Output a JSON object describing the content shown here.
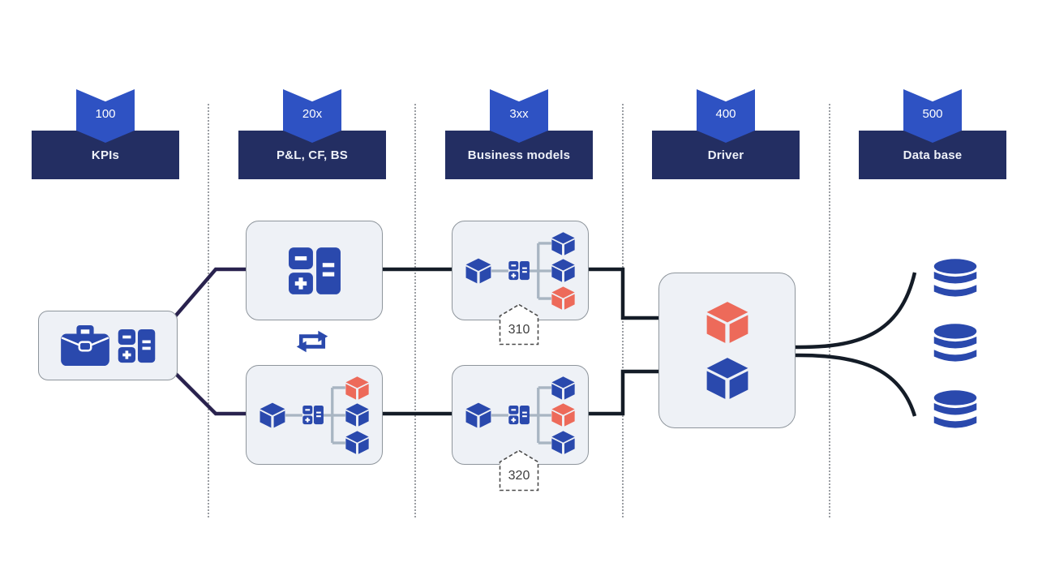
{
  "columns": [
    {
      "code": "100",
      "label": "KPIs"
    },
    {
      "code": "20x",
      "label": "P&L, CF, BS"
    },
    {
      "code": "3xx",
      "label": "Business models"
    },
    {
      "code": "400",
      "label": "Driver"
    },
    {
      "code": "500",
      "label": "Data base"
    }
  ],
  "badges": {
    "business_top": "310",
    "business_bottom": "320"
  },
  "nodes": {
    "kpi": {
      "icons": [
        "briefcase-icon",
        "calculator-icon"
      ]
    },
    "pnl_top": {
      "icons": [
        "calculator-icon"
      ]
    },
    "pnl_bottom": {
      "icons": [
        "cube-tree-icon"
      ],
      "tree_cubes": [
        "coral",
        "blue",
        "blue"
      ]
    },
    "sync": {
      "icons": [
        "swap-arrows-icon"
      ]
    },
    "business_top": {
      "icons": [
        "cube-tree-icon"
      ],
      "tree_cubes": [
        "blue",
        "blue",
        "coral"
      ]
    },
    "business_bottom": {
      "icons": [
        "cube-tree-icon"
      ],
      "tree_cubes": [
        "blue",
        "coral",
        "blue"
      ]
    },
    "driver": {
      "icons": [
        "cube-coral-icon",
        "cube-blue-icon"
      ]
    },
    "databases": {
      "count": 3,
      "icon": "database-icon"
    }
  },
  "colors": {
    "ribbon_blue": "#2e52c3",
    "header_navy": "#232e62",
    "icon_blue": "#2a49ad",
    "accent_coral": "#ed6a5a",
    "node_fill": "#eef1f6",
    "node_border": "#8e959c",
    "connector_dark": "#141c27",
    "connector_indigo": "#29224e",
    "tree_line_gray": "#a8b5c2"
  }
}
